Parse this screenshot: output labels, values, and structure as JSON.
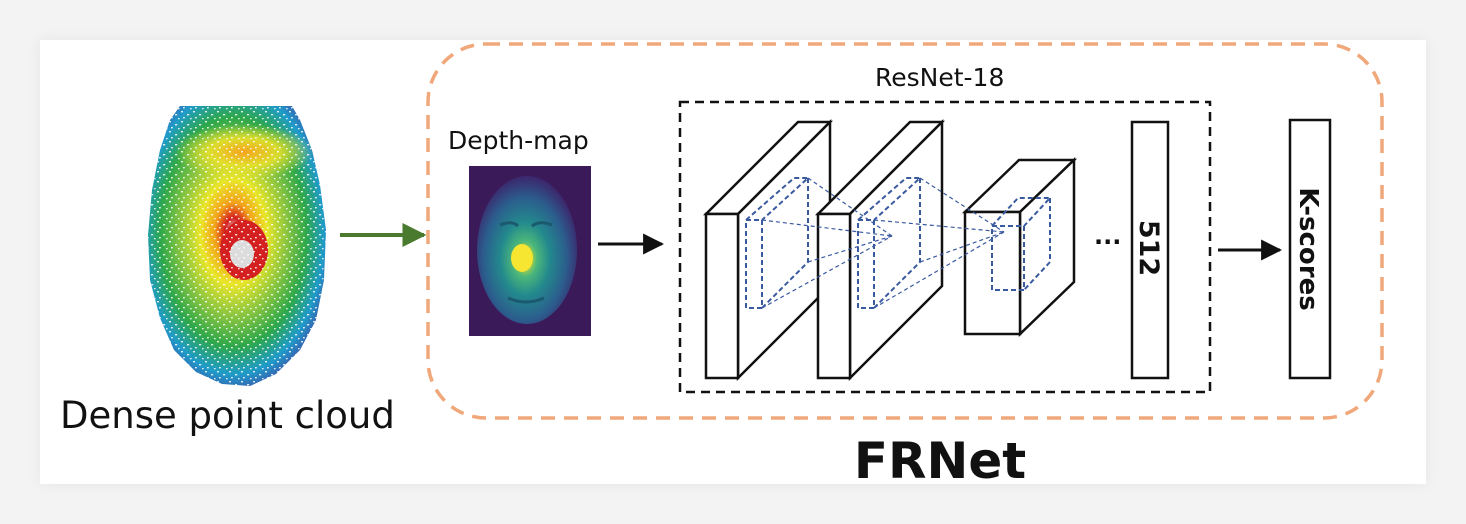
{
  "labels": {
    "point_cloud": "Dense point cloud",
    "depth_map": "Depth-map",
    "resnet": "ResNet-18",
    "ellipsis": "···",
    "feature_dim": "512",
    "output": "K-scores",
    "model": "FRNet"
  },
  "colors": {
    "frnet_border": "#f0a87b",
    "arrow_green": "#4a7a2e",
    "arrow_black": "#111111",
    "kernel_blue": "#3a5aa0",
    "depth_bg": "#3b1a5a",
    "face_mid": "#2f8c8c",
    "face_hi": "#f5e233"
  }
}
